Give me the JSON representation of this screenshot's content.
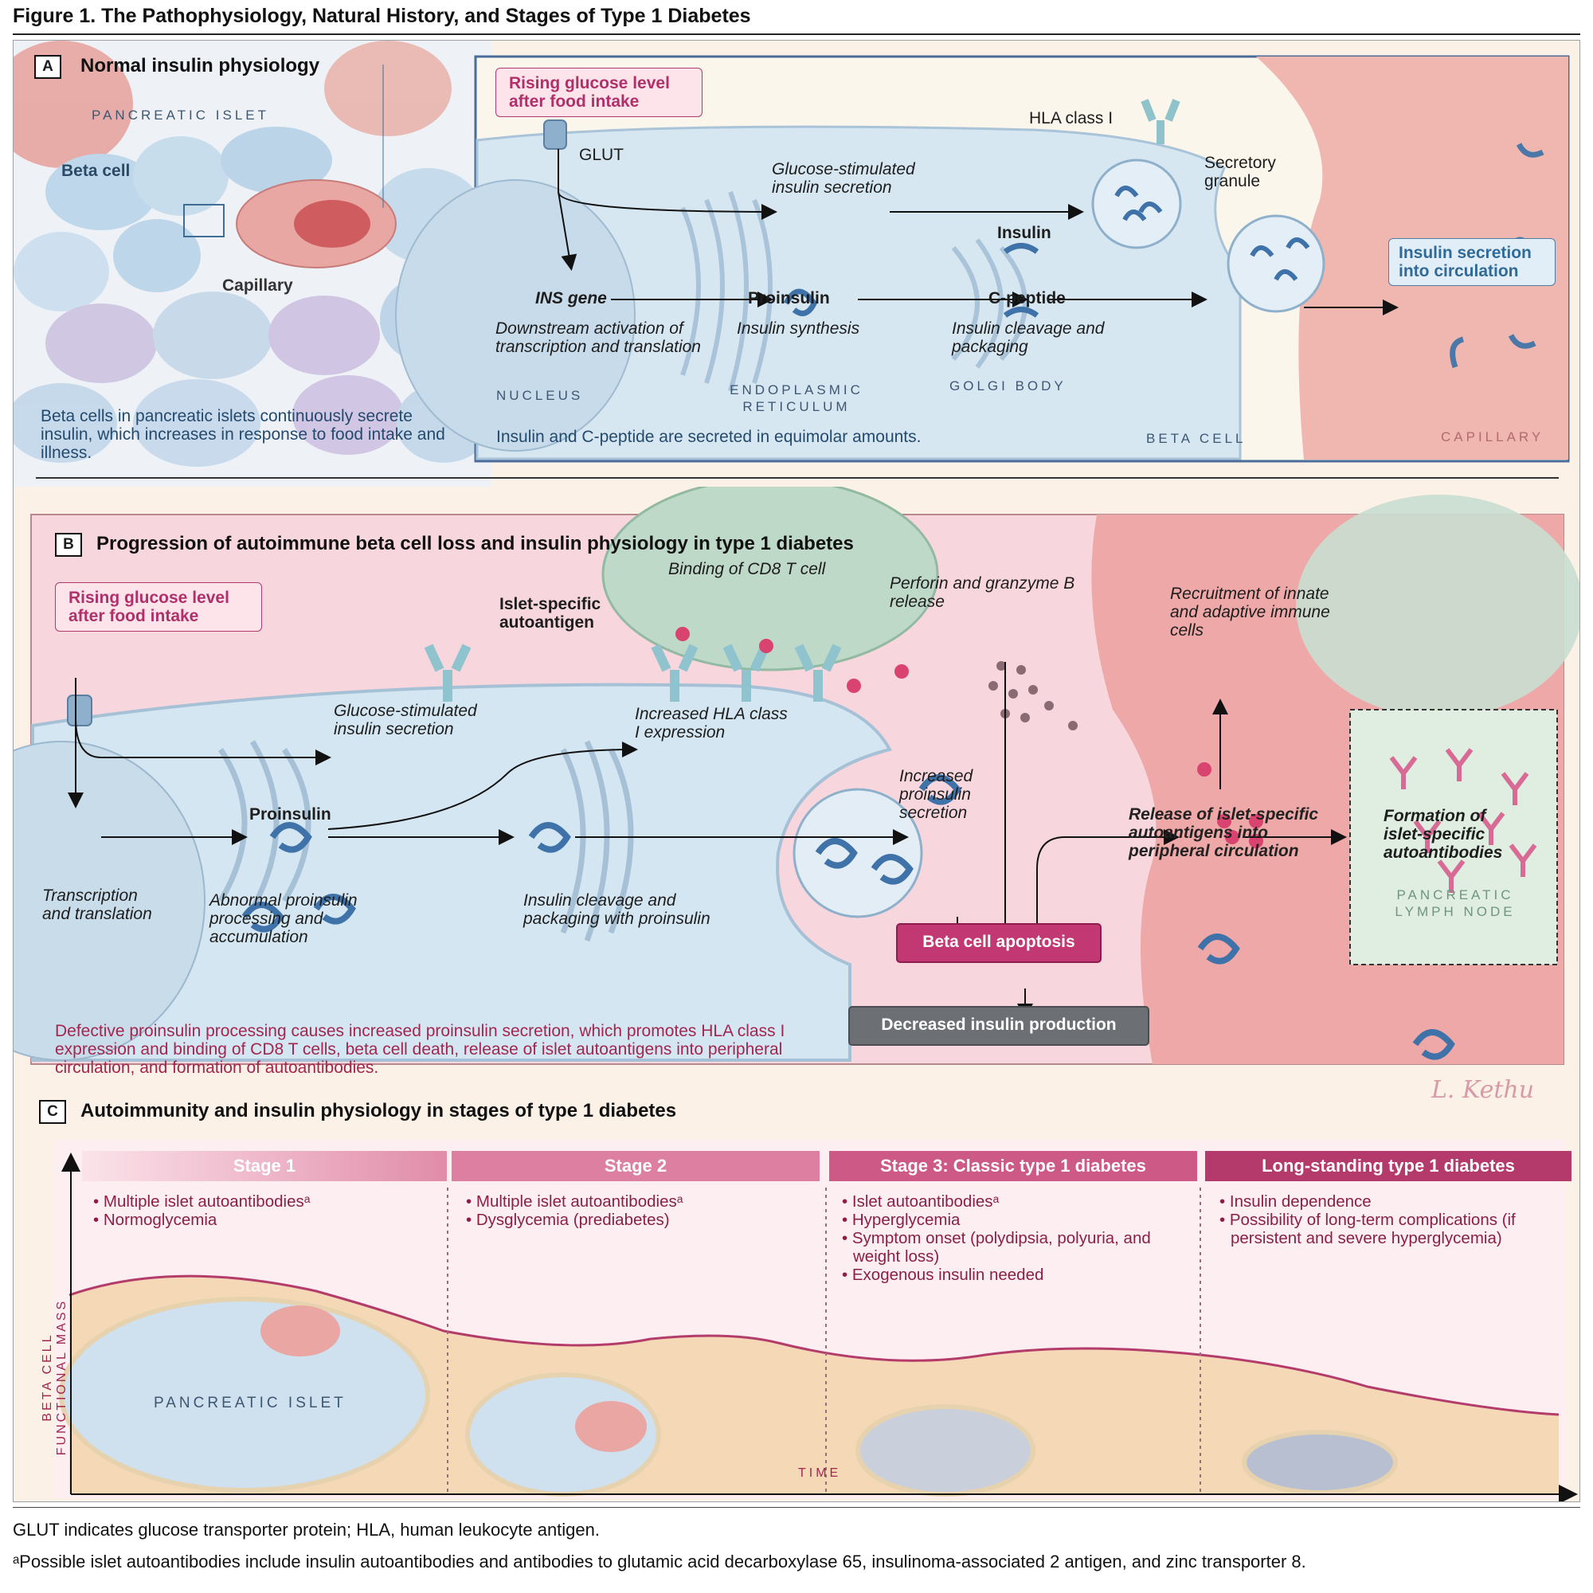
{
  "figure": {
    "title": "Figure 1. The Pathophysiology, Natural History, and Stages of Type 1 Diabetes"
  },
  "panel_a": {
    "letter": "A",
    "heading": "Normal insulin physiology",
    "pancreatic_islet": "PANCREATIC ISLET",
    "beta_cell": "Beta cell",
    "capillary": "Capillary",
    "description": "Beta cells in pancreatic islets continuously secrete insulin, which increases in response to food intake and illness.",
    "rising_glucose": "Rising glucose level after food intake",
    "glut": "GLUT",
    "hla_class_i": "HLA class I",
    "glucose_stimulated": "Glucose-stimulated insulin secretion",
    "secretory_granule": "Secretory granule",
    "insulin": "Insulin",
    "ins_gene": "INS gene",
    "downstream": "Downstream activation of transcription and translation",
    "proinsulin": "Proinsulin",
    "insulin_synthesis": "Insulin synthesis",
    "c_peptide": "C-peptide",
    "cleavage": "Insulin cleavage and packaging",
    "insulin_secretion": "Insulin secretion into circulation",
    "nucleus": "NUCLEUS",
    "er": "ENDOPLASMIC RETICULUM",
    "golgi": "GOLGI BODY",
    "equimolar": "Insulin and C-peptide are secreted in equimolar amounts.",
    "beta_cell_caps": "BETA CELL",
    "capillary_caps": "CAPILLARY"
  },
  "panel_b": {
    "letter": "B",
    "heading": "Progression of autoimmune beta cell loss and insulin physiology in type 1 diabetes",
    "rising_glucose": "Rising glucose level after food intake",
    "binding_cd8": "Binding of CD8 T cell",
    "islet_autoantigen": "Islet-specific autoantigen",
    "perforin": "Perforin and granzyme B release",
    "recruitment": "Recruitment of innate and adaptive immune cells",
    "glucose_stimulated": "Glucose-stimulated insulin secretion",
    "increased_hla": "Increased HLA class I expression",
    "proinsulin": "Proinsulin",
    "increased_proinsulin": "Increased proinsulin secretion",
    "release_autoantigens": "Release of islet-specific autoantigens into peripheral circulation",
    "formation_autoantibodies": "Formation of islet-specific autoantibodies",
    "lymph_node": "PANCREATIC LYMPH NODE",
    "transcription": "Transcription and translation",
    "abnormal": "Abnormal proinsulin processing and accumulation",
    "cleavage": "Insulin cleavage and packaging with proinsulin",
    "apoptosis": "Beta cell apoptosis",
    "decreased": "Decreased insulin production",
    "description": "Defective proinsulin processing causes increased proinsulin secretion, which promotes HLA class I expression and binding of CD8 T cells, beta cell death, release of islet autoantigens into peripheral circulation, and formation of autoantibodies.",
    "signature": "L. Kethu"
  },
  "panel_c": {
    "letter": "C",
    "heading": "Autoimmunity and insulin physiology in stages of type 1 diabetes",
    "y_axis": "BETA CELL FUNCTIONAL MASS",
    "x_axis": "TIME",
    "pancreatic_islet": "PANCREATIC ISLET",
    "stages": [
      {
        "title": "Stage 1",
        "color": "#e79ab3",
        "bullets": [
          "Multiple islet autoantibodiesᵃ",
          "Normoglycemia"
        ]
      },
      {
        "title": "Stage 2",
        "color": "#dc7fa0",
        "bullets": [
          "Multiple islet autoantibodiesᵃ",
          "Dysglycemia (prediabetes)"
        ]
      },
      {
        "title": "Stage 3: Classic type 1 diabetes",
        "color": "#cc5986",
        "bullets": [
          "Islet autoantibodiesᵃ",
          "Hyperglycemia",
          "Symptom onset (polydipsia, polyuria, and weight loss)",
          "Exogenous insulin needed"
        ]
      },
      {
        "title": "Long-standing type 1 diabetes",
        "color": "#b53a6c",
        "bullets": [
          "Insulin dependence",
          "Possibility of long-term complications (if persistent and severe hyperglycemia)"
        ]
      }
    ]
  },
  "footnotes": {
    "abbrev": "GLUT indicates glucose transporter protein; HLA, human leukocyte antigen.",
    "note_a": "ᵃPossible islet autoantibodies include insulin autoantibodies and antibodies to glutamic acid decarboxylase 65, insulinoma-associated 2 antigen, and zinc transporter 8."
  },
  "colors": {
    "pink_accent": "#b0306a",
    "blue_accent": "#2f6a98",
    "apoptosis": "#c23872",
    "decreased": "#6c7075",
    "cell_blue": "#cfe2ef",
    "capillary_red": "#e9a3a0"
  }
}
